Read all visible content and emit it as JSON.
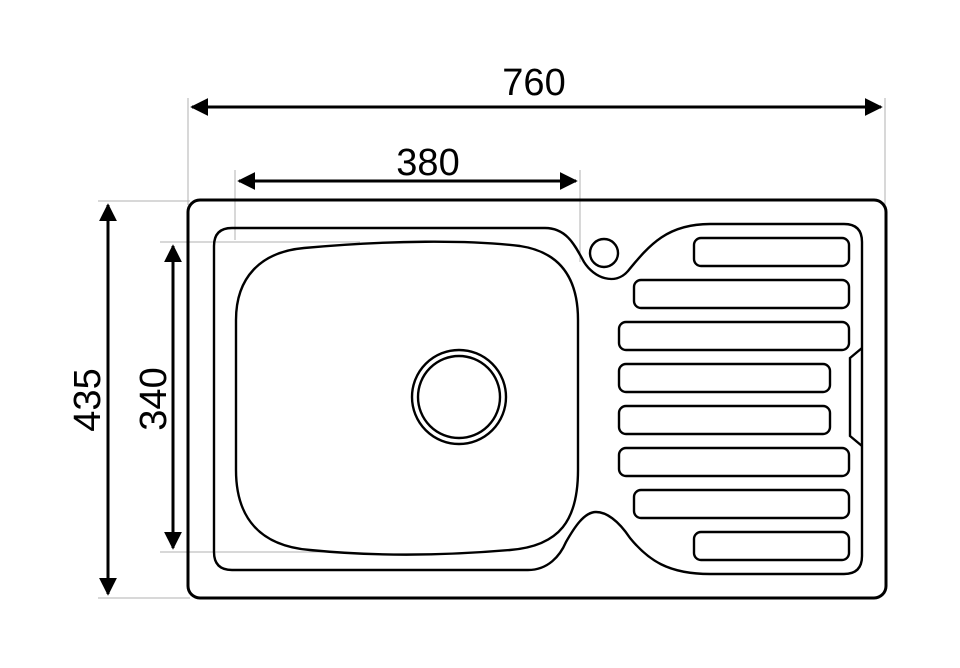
{
  "dimensions": {
    "overall_width": "760",
    "bowl_width": "380",
    "overall_depth": "435",
    "bowl_depth": "340"
  },
  "drainer_grooves": 8
}
